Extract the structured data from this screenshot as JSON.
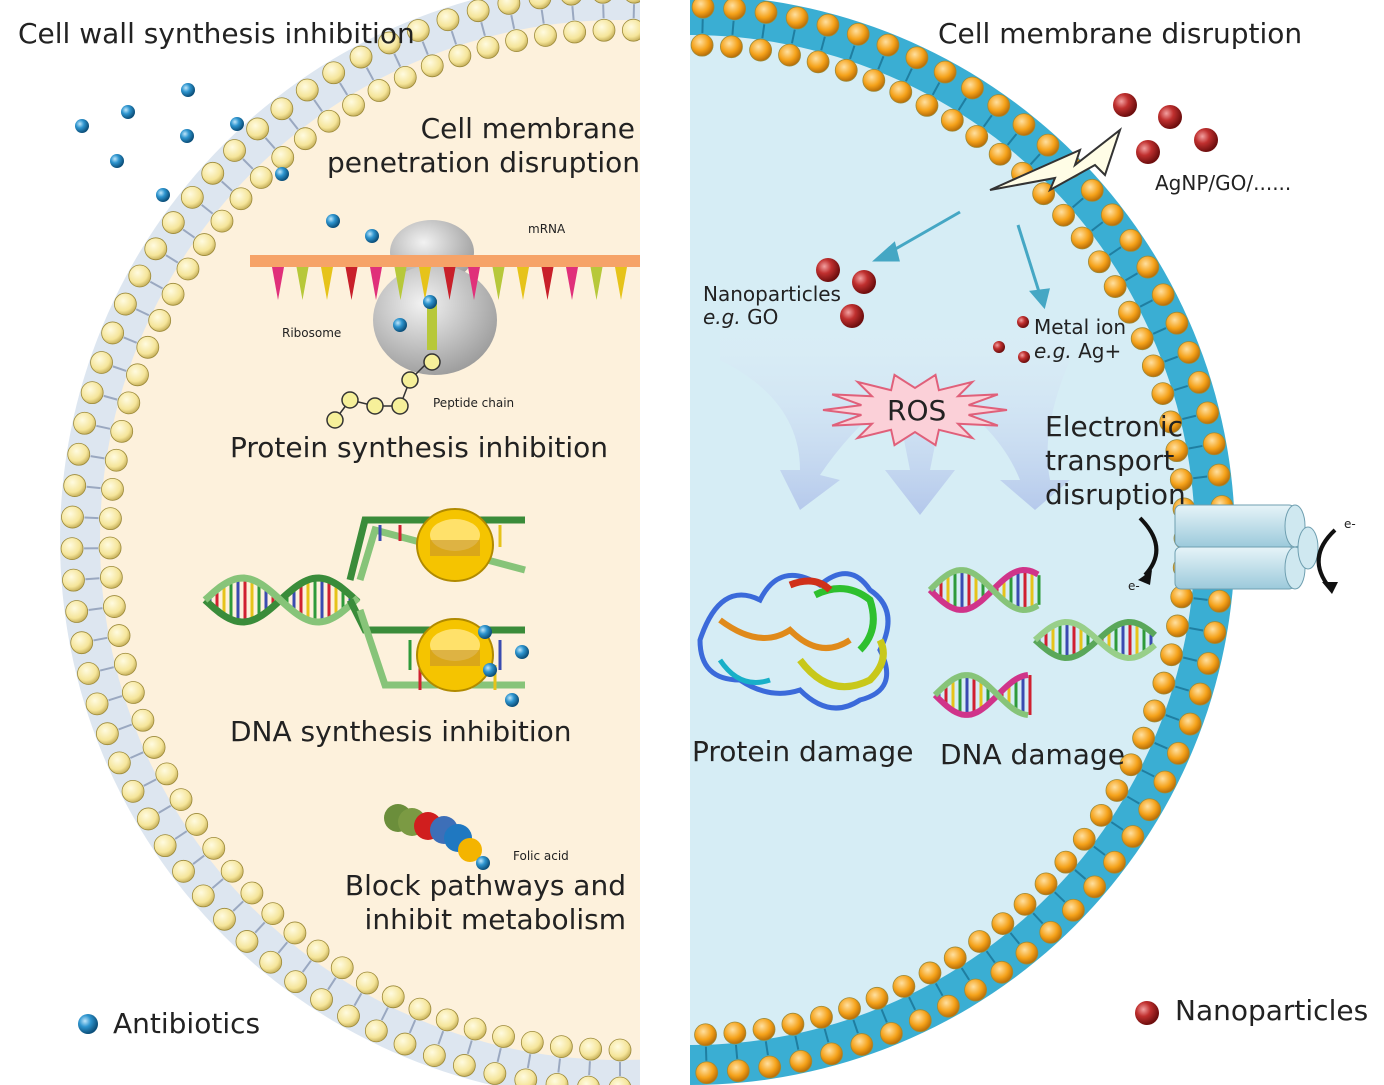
{
  "left_panel": {
    "title": "Cell wall synthesis inhibition",
    "membrane_label": [
      "Cell membrane",
      "penetration disruption"
    ],
    "mrna_label": "mRNA",
    "ribosome_label": "Ribosome",
    "peptide_label": "Peptide chain",
    "protein_label": "Protein synthesis inhibition",
    "dna_label": "DNA synthesis inhibition",
    "folic_label": "Folic acid",
    "block_label": [
      "Block pathways and",
      "inhibit metabolism"
    ],
    "legend_label": "Antibiotics"
  },
  "right_panel": {
    "title": "Cell membrane disruption",
    "agnp_label": "AgNP/GO/......",
    "nano_label": "Nanoparticles",
    "nano_example_italic": "e.g.",
    "nano_example": "GO",
    "metal_label": "Metal ion",
    "metal_example_italic": "e.g.",
    "metal_example": "Ag+",
    "ros_label": "ROS",
    "electronic_label": [
      "Electronic",
      "transport",
      "disruption"
    ],
    "electron_label": "e-",
    "protein_damage_label": "Protein damage",
    "dna_damage_label": "DNA damage",
    "legend_label": "Nanoparticles"
  },
  "colors": {
    "left_cytoplasm": "#fdf1dc",
    "left_bead": "#f7eaa2",
    "left_tail": "#c9d6e6",
    "right_cytoplasm": "#d6edf5",
    "right_bead": "#f4a31a",
    "right_tail": "#3aaed3",
    "antibiotic": "#2a8ec4",
    "nanoparticle": "#b52a2a"
  }
}
